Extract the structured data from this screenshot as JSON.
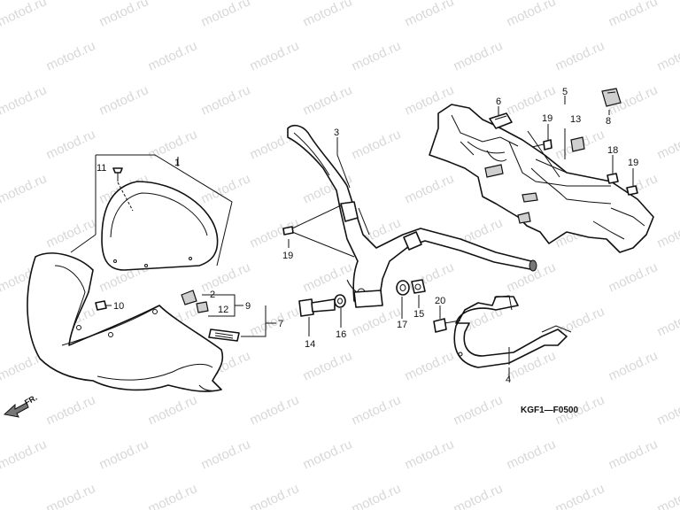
{
  "watermark": "motod.ru",
  "diagram_code": "KGF1—F0500",
  "direction_label": "FR.",
  "callouts": [
    "1",
    "2",
    "3",
    "4",
    "5",
    "6",
    "7",
    "8",
    "9",
    "10",
    "11",
    "12",
    "13",
    "14",
    "15",
    "16",
    "17",
    "18",
    "19",
    "20"
  ]
}
